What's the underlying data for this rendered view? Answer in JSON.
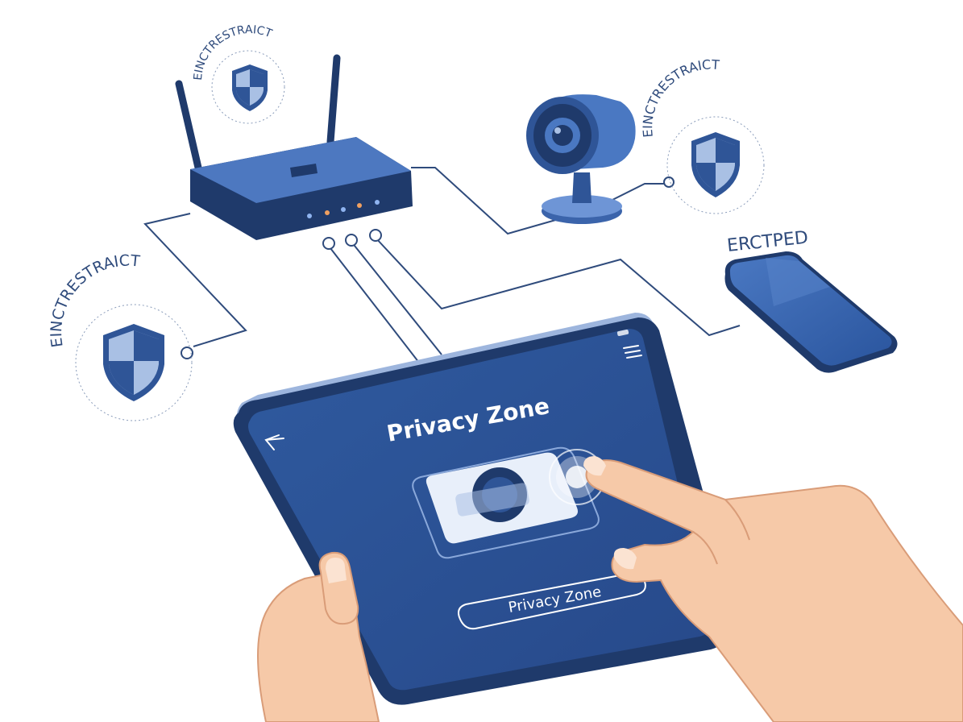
{
  "badges": {
    "router_shield": {
      "label": "EINCTRESTRAICT"
    },
    "camera_shield": {
      "label": "EINCTRESTRAICT"
    },
    "left_shield": {
      "label": "EINCTRESTRAICT"
    }
  },
  "phone": {
    "label": "ERCTPED"
  },
  "tablet": {
    "title": "Privacy Zone",
    "button_label": "Privacy Zone",
    "back_icon": "arrow-left-icon",
    "menu_icon": "hamburger-menu-icon"
  },
  "colors": {
    "primary_blue": "#2f5597",
    "dark_navy": "#1f3a6b",
    "shield_light": "#a9c0e4",
    "led_orange": "#f0a060",
    "led_blue": "#8fb4f0",
    "skin": "#f6c9a8",
    "line": "#2f4b7c"
  }
}
